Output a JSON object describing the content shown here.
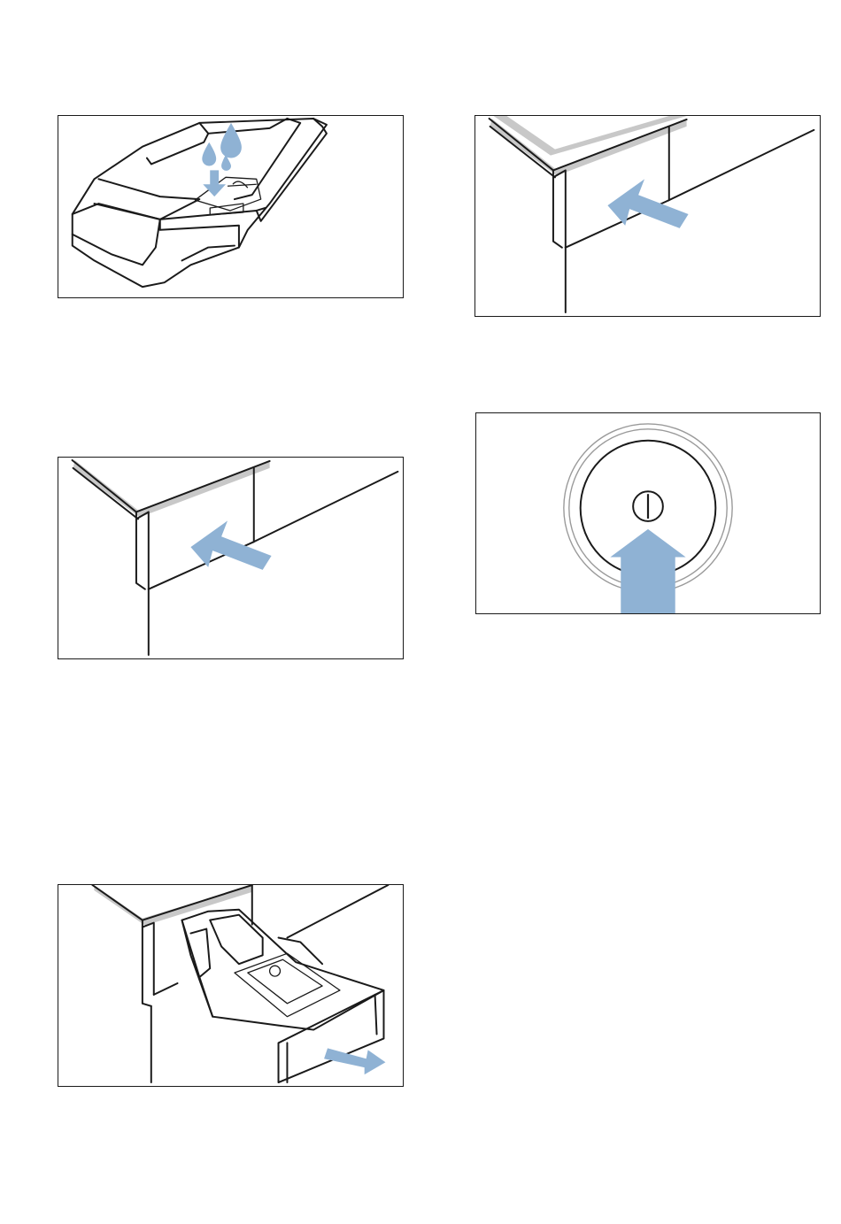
{
  "colors": {
    "accent": "#8fb2d4",
    "frame_gray": "#c8c8c8",
    "ink": "#1a1a1a",
    "ring_gray": "#9a9a9a"
  },
  "figures": [
    {
      "id": "detergent",
      "icon": "drawer-water-drops-icon",
      "arrow": "down"
    },
    {
      "id": "close-a",
      "icon": "drawer-push-arrow-icon",
      "arrow": "push-in"
    },
    {
      "id": "close-b",
      "icon": "drawer-push-arrow-icon",
      "arrow": "push-in"
    },
    {
      "id": "power",
      "icon": "power-button-icon",
      "arrow": "up"
    },
    {
      "id": "pullout",
      "icon": "drawer-pull-out-icon",
      "arrow": "pull-out"
    }
  ]
}
